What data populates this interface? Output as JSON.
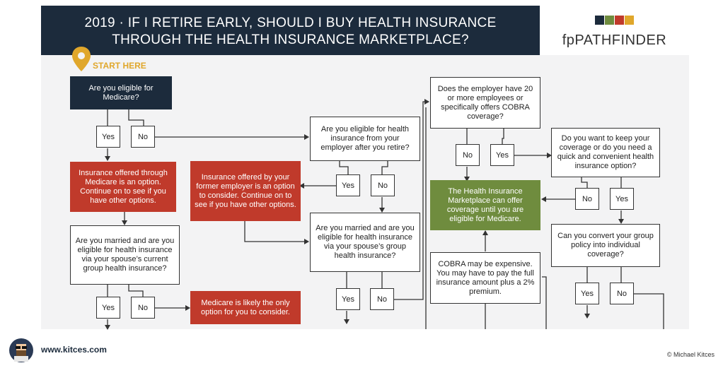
{
  "header": {
    "title_line1": "2019 · IF I RETIRE EARLY, SHOULD I BUY HEALTH INSURANCE",
    "title_line2": "THROUGH THE HEALTH INSURANCE MARKETPLACE?"
  },
  "logo": {
    "brand": "fpPATHFINDER",
    "squares": [
      "#1c2b3c",
      "#6f8c3e",
      "#c03a2b",
      "#e0a72b"
    ]
  },
  "start_label": "START HERE",
  "nodes": {
    "medicare_q": "Are you eligible for Medicare?",
    "medicare_option": "Insurance offered through Medicare is an option. Continue on to see if you have other options.",
    "spouse_q1": "Are you married and are you eligible for health insurance via your spouse’s current group health insurance?",
    "medicare_only": "Medicare is likely the only option for you to consider.",
    "former_employer": "Insurance offered by your former employer is an option to consider. Continue on to see if you have other options.",
    "employer_q": "Are you eligible for health insurance from your employer after you retire?",
    "spouse_q2": "Are you married and are you eligible for health insurance via your spouse’s group health insurance?",
    "cobra_q": "Does the employer have 20 or more employees or specifically offers COBRA coverage?",
    "marketplace": "The Health Insurance Marketplace can offer coverage until you are eligible for Medicare.",
    "cobra_cost": "COBRA may be expensive. You may have to pay the full insurance amount plus a 2% premium.",
    "keep_q": "Do you want to keep your coverage or do you need a quick and convenient health insurance option?",
    "convert_q": "Can you convert your group policy into individual coverage?"
  },
  "yes": "Yes",
  "no": "No",
  "footer": {
    "site": "www.kitces.com",
    "copyright": "© Michael Kitces"
  },
  "colors": {
    "navy": "#1c2b3c",
    "red": "#c03a2b",
    "green": "#6f8c3e",
    "gold": "#e0a72b"
  }
}
